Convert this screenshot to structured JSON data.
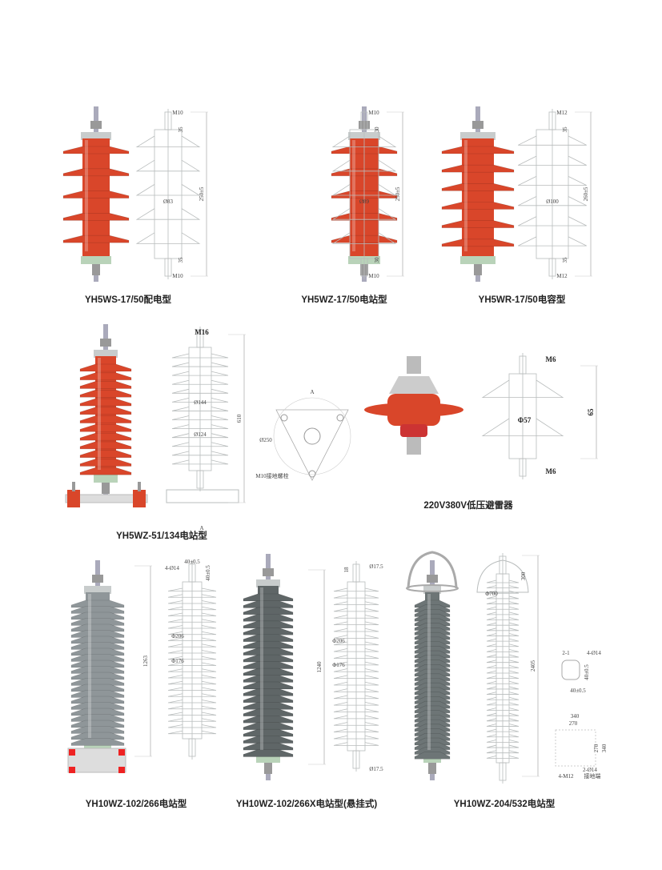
{
  "products": [
    {
      "caption": "YH5WS-17/50配电型",
      "dims": {
        "top": "M10",
        "bottom": "M10",
        "diameter": "Ø83",
        "height": "250±5",
        "end_top": "35",
        "end_bottom": "35"
      }
    },
    {
      "caption": "YH5WZ-17/50电站型",
      "dims": {
        "top": "M10",
        "bottom": "M10",
        "diameter": "Ø89",
        "height": "250±5",
        "end_top": "30",
        "end_bottom": "30"
      }
    },
    {
      "caption": "YH5WR-17/50电容型",
      "dims": {
        "top": "M12",
        "bottom": "M12",
        "diameter": "Ø100",
        "height": "260±5",
        "end_top": "35",
        "end_bottom": "35"
      }
    },
    {
      "caption": "YH5WZ-51/134电站型",
      "dims": {
        "top": "M16",
        "d1": "Ø144",
        "d2": "Ø124",
        "height": "610",
        "section": "A"
      }
    },
    {
      "caption": "220V380V低压避雷器",
      "dims": {
        "top": "M6",
        "bottom": "M6",
        "diameter": "Φ57",
        "height": "65",
        "base_diameter": "Ø250",
        "ground_bolt": "M10接地螺栓",
        "section": "A"
      }
    },
    {
      "caption": "YH10WZ-102/266电站型",
      "dims": {
        "plate": "40±0.5",
        "holes": "4-Ø14",
        "plate_v": "40±0.5",
        "d1": "Φ206",
        "d2": "Φ176",
        "height": "1263"
      }
    },
    {
      "caption": "YH10WZ-102/266X电站型(悬挂式)",
      "dims": {
        "top": "Ø17.5",
        "bottom": "Ø17.5",
        "d1": "Φ206",
        "d2": "Φ176",
        "height": "1240",
        "end": "18"
      }
    },
    {
      "caption": "YH10WZ-204/532电站型",
      "dims": {
        "ring": "Φ700",
        "ring_h": "300",
        "height": "2405",
        "holes": "4-Ø14",
        "plate": "40±0.5",
        "plate_v": "40±0.5",
        "view": "2-1",
        "base_w1": "340",
        "base_w2": "270",
        "base_h1": "270",
        "base_h2": "340",
        "base_holes": "2-Ø14",
        "base_bolts": "4-M12",
        "ground": "接地端"
      }
    }
  ],
  "colors": {
    "red": "#d9462a",
    "grey": "#8f9699",
    "metal": "#c8cccc",
    "line": "#b8bcbc"
  }
}
